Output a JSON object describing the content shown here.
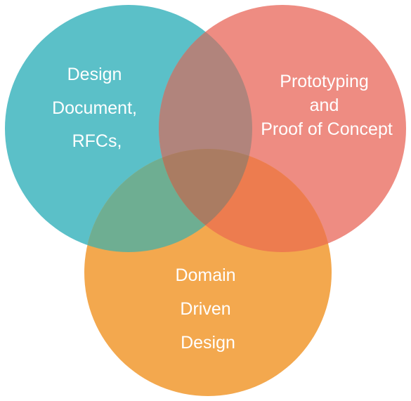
{
  "diagram": {
    "type": "venn",
    "sets": [
      {
        "key": "left",
        "color": "#5bc0c8",
        "label_lines": [
          "Design",
          "Document,",
          "RFCs,"
        ]
      },
      {
        "key": "right",
        "color": "#ee8c82",
        "label_lines": [
          "Prototyping",
          "and",
          "Proof of Concept"
        ]
      },
      {
        "key": "bottom",
        "color": "#f3a84e",
        "label_lines": [
          "Domain",
          "Driven",
          "Design"
        ]
      }
    ],
    "overlaps": {
      "left_right": "#b1847c",
      "left_bottom": "#6eae92",
      "right_bottom": "#ed7c4f",
      "all": "#aa7c62"
    }
  }
}
